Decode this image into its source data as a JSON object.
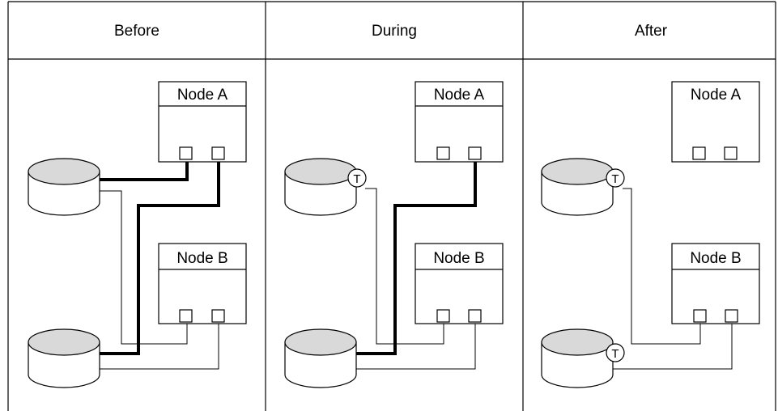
{
  "headers": {
    "before": "Before",
    "during": "During",
    "after": "After"
  },
  "nodes": {
    "a": "Node A",
    "b": "Node B"
  },
  "terminator": "T"
}
